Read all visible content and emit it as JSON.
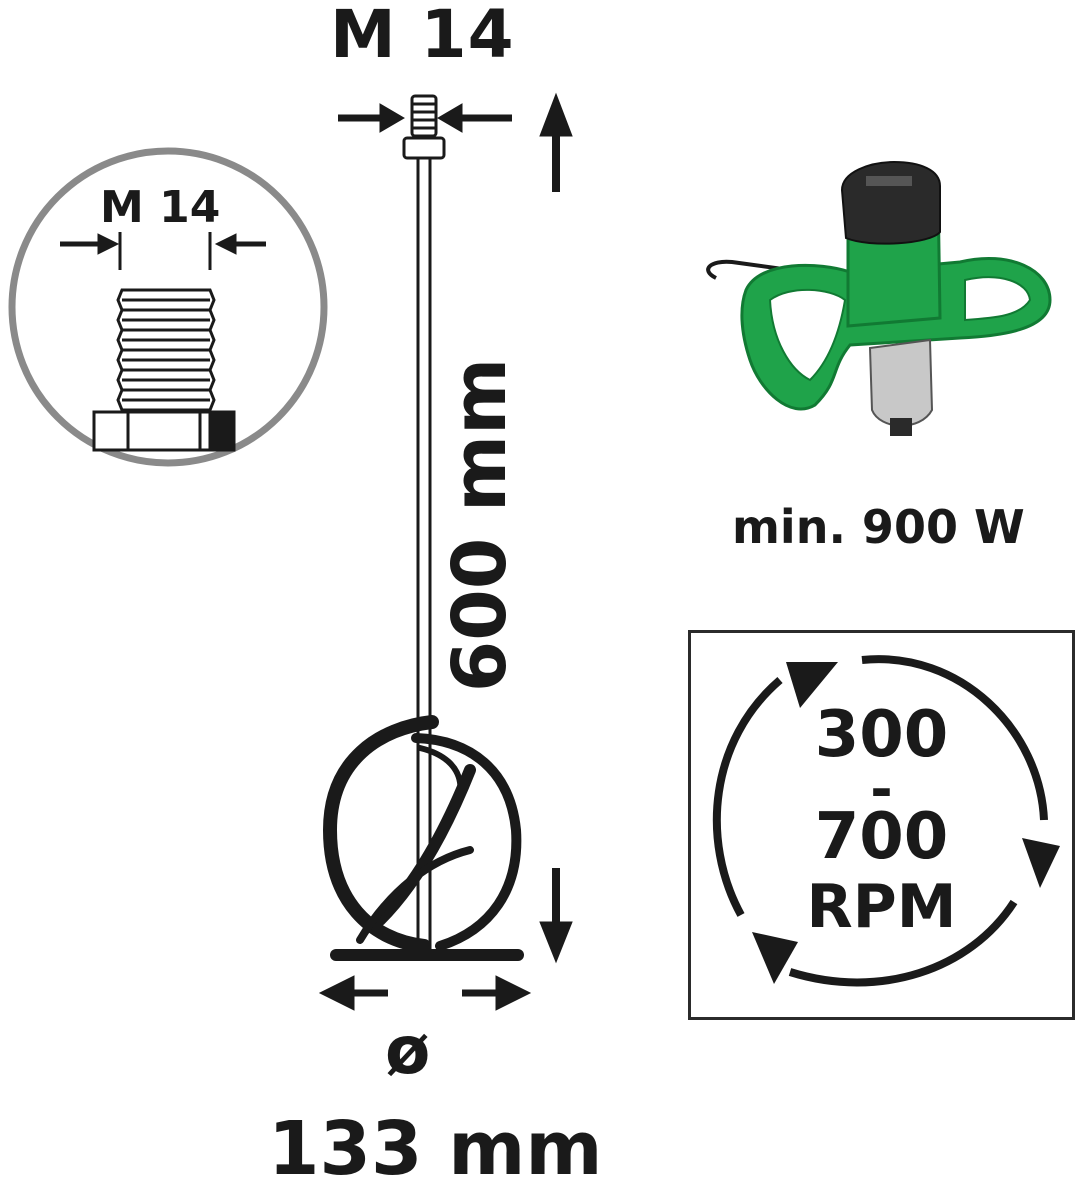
{
  "labels": {
    "top_thread": "M 14",
    "detail_thread": "M 14",
    "shaft_length": "600 mm",
    "power": "min. 900 W",
    "diameter_symbol": "ø",
    "diameter_value": "133 mm"
  },
  "speed": {
    "min": "300",
    "separator": "-",
    "max": "700",
    "unit": "RPM"
  },
  "colors": {
    "ink": "#1a1a1a",
    "frame": "#8a8a8a",
    "tool_green": "#1fa34a",
    "tool_dark": "#2a2a2a"
  }
}
